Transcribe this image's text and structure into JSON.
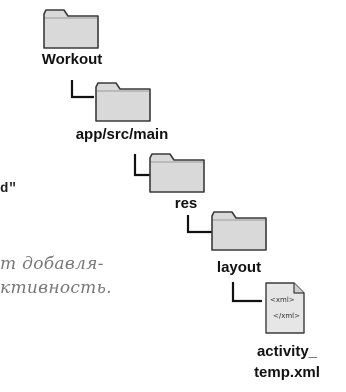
{
  "tree": {
    "nodes": [
      {
        "label": "Workout",
        "icon": "folder-icon"
      },
      {
        "label": "app/src/main",
        "icon": "folder-icon"
      },
      {
        "label": "res",
        "icon": "folder-icon"
      },
      {
        "label": "layout",
        "icon": "folder-icon"
      },
      {
        "label_line1": "activity_",
        "label_line2": "temp.xml",
        "icon": "xml-file-icon",
        "tag_open": "<xml>",
        "tag_close": "</xml>"
      }
    ]
  },
  "fragments": {
    "code_tail": "d\"",
    "note_line1": "т добавля-",
    "note_line2": "ктивность."
  },
  "colors": {
    "folder_fill": "#d9d9d9",
    "folder_stroke": "#3a3a3a",
    "line": "#111111"
  }
}
